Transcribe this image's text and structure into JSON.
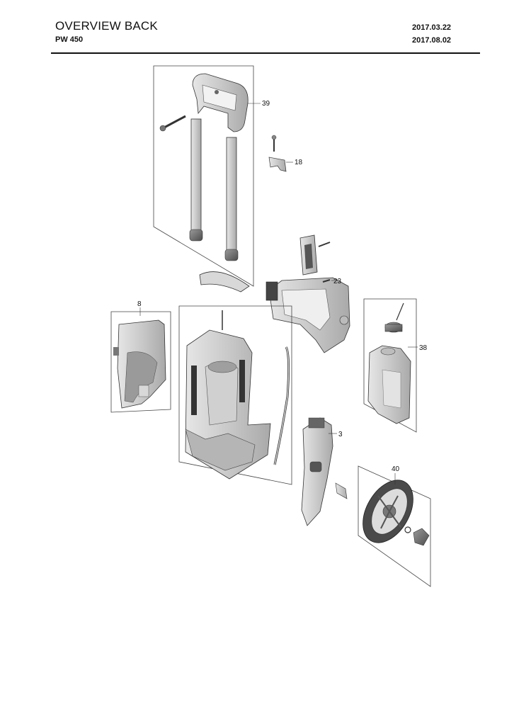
{
  "header": {
    "title": "OVERVIEW BACK",
    "model": "PW 450",
    "date_created": "2017.03.22",
    "date_revised": "2017.08.02"
  },
  "callouts": {
    "c39": "39",
    "c18": "18",
    "c23": "23",
    "c8": "8",
    "c38": "38",
    "c3": "3",
    "c40": "40"
  }
}
